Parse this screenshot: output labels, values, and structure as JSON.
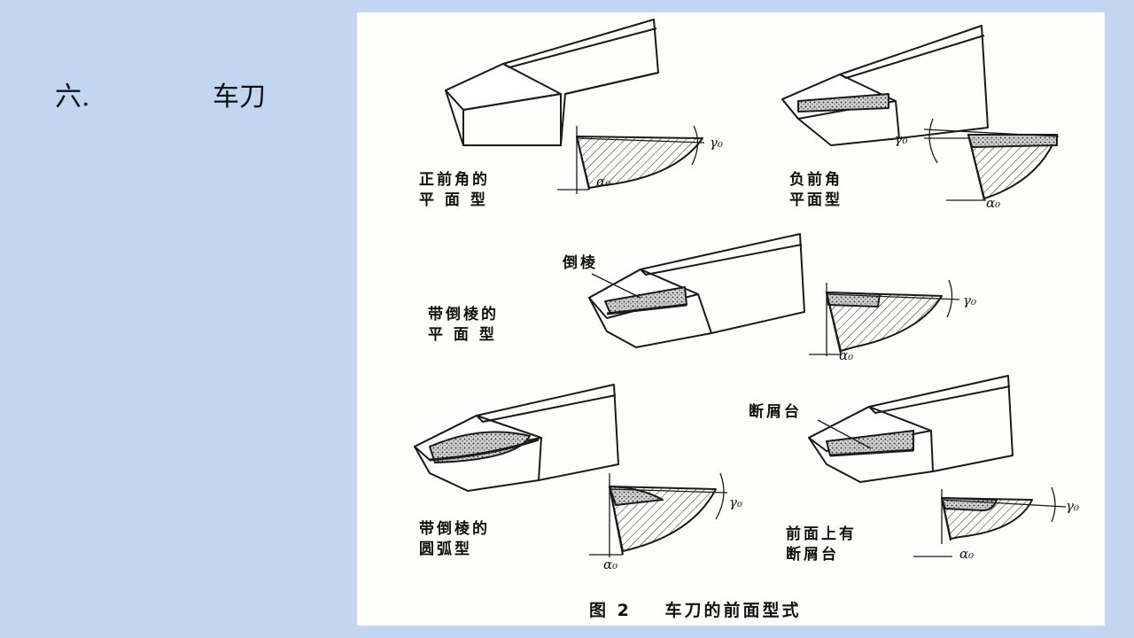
{
  "heading": {
    "number": "六.",
    "title": "车刀"
  },
  "figure": {
    "caption_number": "图 2",
    "caption_text": "车刀的前面型式",
    "panels": [
      {
        "label_line1": "正前角的",
        "label_line2": "平 面 型",
        "rake_symbol": "γ₀",
        "clearance_symbol": "α₀"
      },
      {
        "label_line1": "负前角",
        "label_line2": "平面型",
        "rake_symbol": "−γ₀",
        "clearance_symbol": "α₀"
      },
      {
        "label_line1": "带倒棱的",
        "label_line2": "平 面 型",
        "callout": "倒棱",
        "rake_symbol": "γ₀",
        "clearance_symbol": "α₀"
      },
      {
        "label_line1": "带倒棱的",
        "label_line2": "圆弧型",
        "rake_symbol": "γ₀",
        "clearance_symbol": "α₀"
      },
      {
        "label_line1": "前面上有",
        "label_line2": "断屑台",
        "callout": "断屑台",
        "rake_symbol": "γ₀",
        "clearance_symbol": "α₀"
      }
    ]
  }
}
